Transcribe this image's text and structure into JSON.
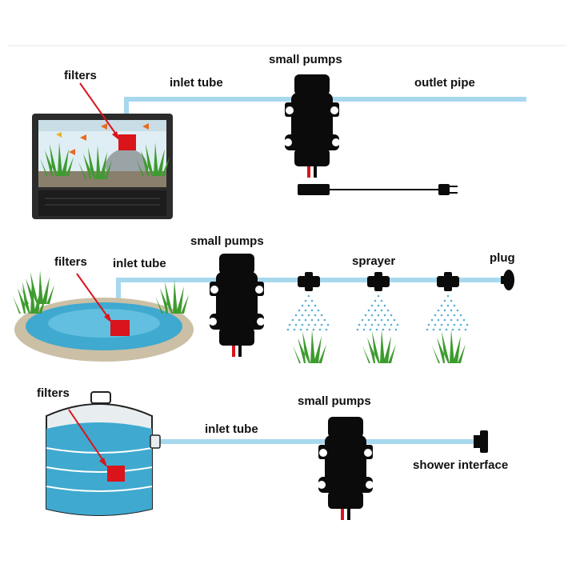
{
  "labels": {
    "filters": "filters",
    "inlet_tube": "inlet tube",
    "small_pumps": "small pumps",
    "outlet_pipe": "outlet pipe",
    "sprayer": "sprayer",
    "plug": "plug",
    "shower_interface": "shower interface"
  },
  "colors": {
    "pipe": "#a7d8ee",
    "pump": "#0b0b0b",
    "filter": "#d9141a",
    "arrow": "#d9141a",
    "water": "#3fa9cf",
    "grass": "#3e9b2f",
    "spray": "#5aaed6",
    "tank_body": "#e8eef0",
    "wire_red": "#d9141a"
  }
}
